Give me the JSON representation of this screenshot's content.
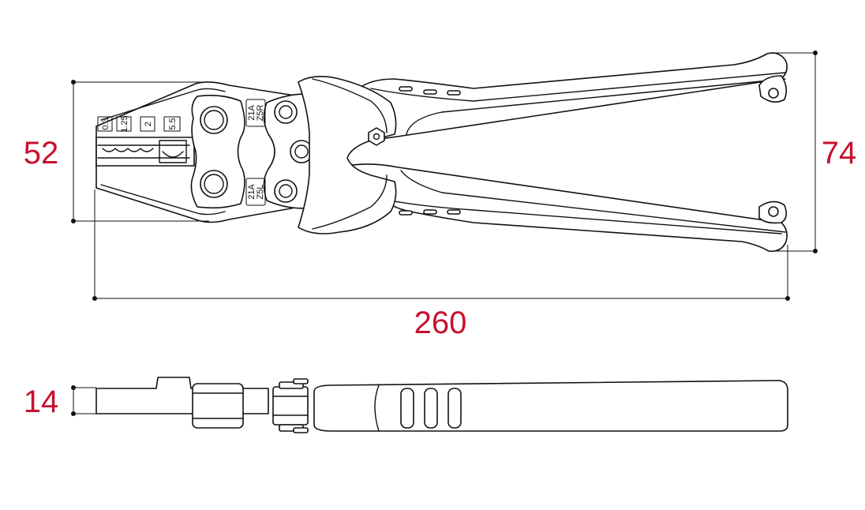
{
  "dimensions": {
    "height": "52",
    "handle_span": "74",
    "length": "260",
    "thickness": "14"
  },
  "die_labels": {
    "size_1": "0.3",
    "size_2": "1.25",
    "size_3": "2",
    "size_4": "5.5"
  },
  "pin_labels": {
    "upper_line1": "21A",
    "upper_line2": "Z5R",
    "lower_line1": "21A",
    "lower_line2": "Z5L"
  },
  "colors": {
    "dimension_text": "#c8102e",
    "lines": "#111111"
  }
}
